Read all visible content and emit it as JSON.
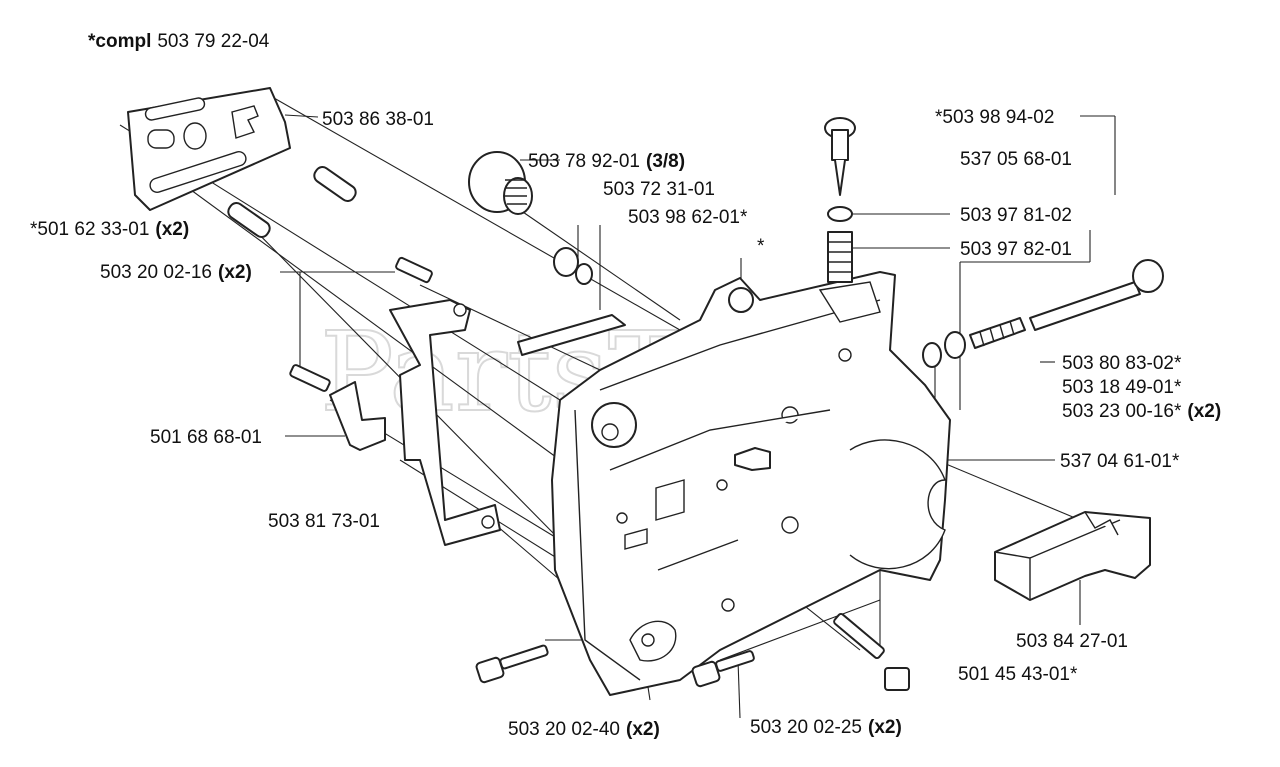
{
  "watermark": "PartsTree",
  "header": {
    "prefix": "*compl",
    "number": "503 79 22-04"
  },
  "labels": {
    "guide_plate": {
      "text": "503 86 38-01"
    },
    "stud": {
      "text": "*501 62 33-01",
      "qty": "(x2)"
    },
    "screw_16": {
      "text": "503 20 02-16",
      "qty": "(x2)"
    },
    "catcher": {
      "text": "501 68 68-01"
    },
    "bracket_plate": {
      "text": "503 81 73-01"
    },
    "plug": {
      "text": "503 78 92-01",
      "qty": "(3/8)"
    },
    "bushing": {
      "text": "503 72 31-01"
    },
    "oil_pipe": {
      "text": "503 98 62-01*"
    },
    "asterisk": {
      "text": "*"
    },
    "adjuster_kit": {
      "text": "*503 98 94-02"
    },
    "adjuster_kit2": {
      "text": "537 05 68-01"
    },
    "washer": {
      "text": "503 97 81-02"
    },
    "spring": {
      "text": "503 97 82-01"
    },
    "tension_spring": {
      "text": "503 80 83-02*"
    },
    "tension_washer": {
      "text": "503 18 49-01*"
    },
    "tension_ring": {
      "text": "503 23 00-16*",
      "qty": "(x2)"
    },
    "nozzle": {
      "text": "537 04 61-01*"
    },
    "buffer": {
      "text": "503 84 27-01"
    },
    "adjust_screw": {
      "text": "501 45 43-01*"
    },
    "screw_40": {
      "text": "503 20 02-40",
      "qty": "(x2)"
    },
    "screw_25": {
      "text": "503 20 02-25",
      "qty": "(x2)"
    }
  }
}
